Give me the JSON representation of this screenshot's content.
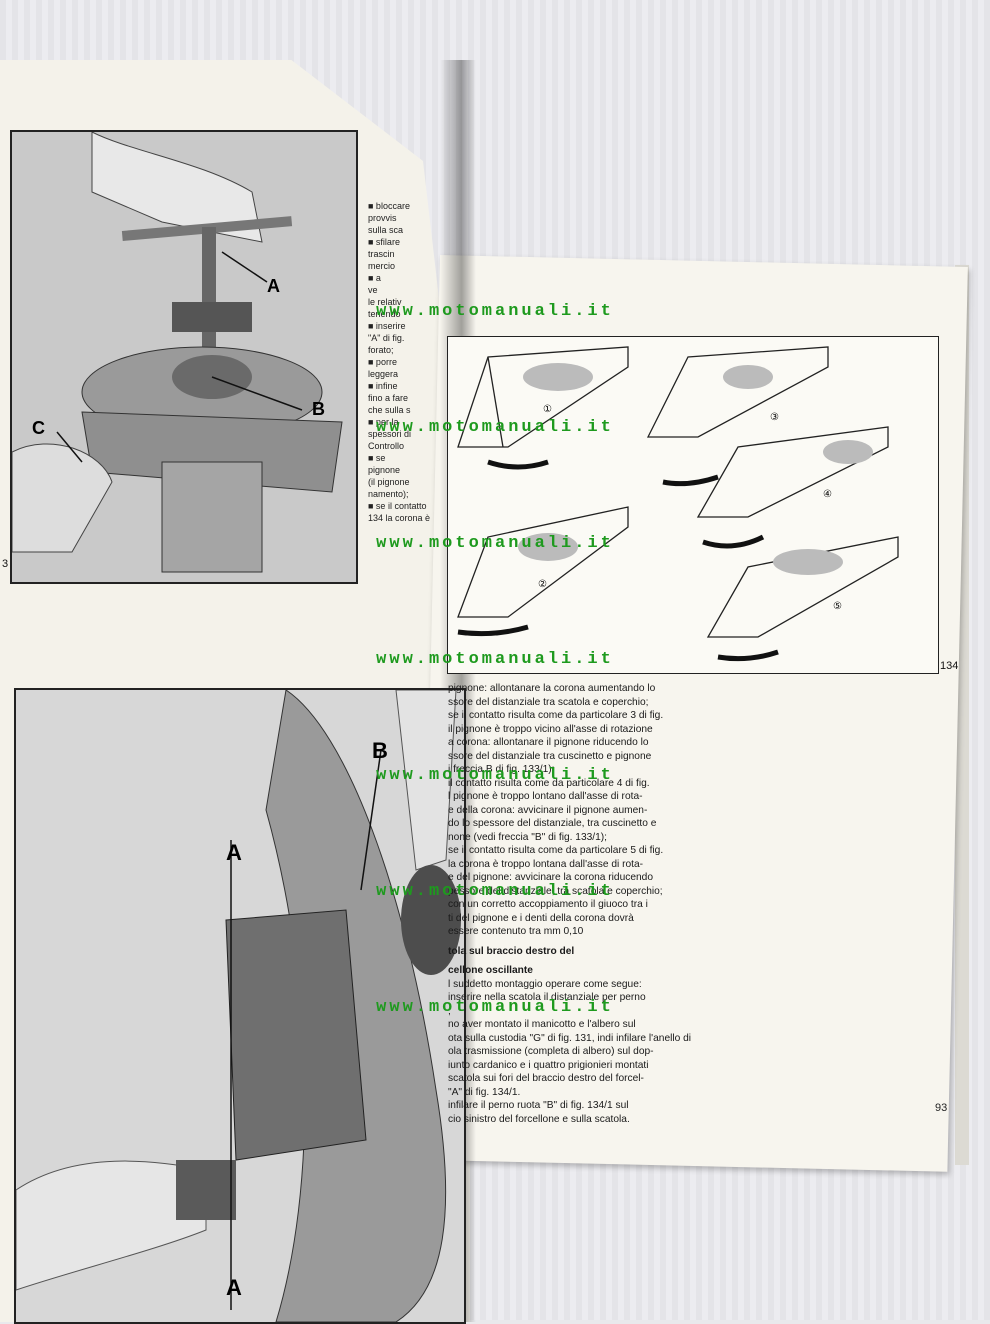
{
  "watermark_text": "www.motomanuali.it",
  "page_number": "93",
  "figures": {
    "fig_133_number": "3",
    "fig_134_number": "134",
    "fig_133_labels": {
      "a": "A",
      "b": "B",
      "c": "C"
    },
    "fig_135_labels": {
      "b": "B",
      "a_top": "A",
      "a_bottom": "A"
    },
    "diagram_labels": [
      "①",
      "②",
      "③",
      "④",
      "⑤"
    ]
  },
  "left_column": [
    "■ bloccare",
    "provvis",
    "sulla sca",
    "■ sfilare",
    "trascin",
    "mercio",
    "■ a",
    "ve",
    "le relativ",
    "tenendo",
    "■ inserire",
    "\"A\" di fig.",
    "forato;",
    "■ porre",
    "leggera",
    "■ infine",
    "fino a fare",
    "che sulla s",
    "■ per la",
    "spessori di",
    "Controllo",
    "■ se",
    "pignone",
    "(il pignone",
    "namento);",
    "■ se il contatto",
    "134 la corona è"
  ],
  "body_text": {
    "paragraphs": [
      "pignone: allontanare la corona aumentando lo",
      "ssore del distanziale tra scatola e coperchio;",
      "se il contatto risulta come da particolare 3 di fig.",
      "il pignone è troppo vicino all'asse di rotazione",
      "a corona: allontanare il pignone riducendo lo",
      "ssore del distanziale tra cuscinetto e pignone",
      "i freccia B di fig. 133/1);",
      "il contatto risulta come da particolare 4 di fig.",
      "l pignone è troppo lontano dall'asse di rota-",
      "e della corona: avvicinare il pignone aumen-",
      "do lo spessore del distanziale, tra cuscinetto e",
      "none (vedi freccia \"B\" di fig. 133/1);",
      "se il contatto risulta come da particolare 5 di fig.",
      "la corona è troppo lontana dall'asse di rota-",
      "e del pignone: avvicinare la corona riducendo",
      "pessore del distanziale, tra scatola e coperchio;",
      "con un corretto accoppiamento il giuoco tra i",
      "ti del pignone e i denti della corona dovrà",
      "essere contenuto tra mm 0,10"
    ],
    "heading_1": "tola sul braccio destro del",
    "heading_2": "cellone oscillante",
    "paragraphs_2": [
      "l suddetto montaggio operare come segue:",
      "inserire nella scatola il distanziale per perno",
      ";",
      "no aver montato il manicotto e l'albero sul",
      "ota sulla custodia \"G\" di fig. 131, indi infilare l'anello di",
      "ola trasmissione (completa di albero) sul dop-",
      "iunto cardanico e i quattro prigionieri montati",
      "scatola sui fori del braccio destro del forcel-",
      "\"A\" di fig. 134/1.",
      "infilare il perno ruota \"B\" di fig. 134/1 sul",
      "cio sinistro del forcellone e sulla scatola."
    ]
  }
}
